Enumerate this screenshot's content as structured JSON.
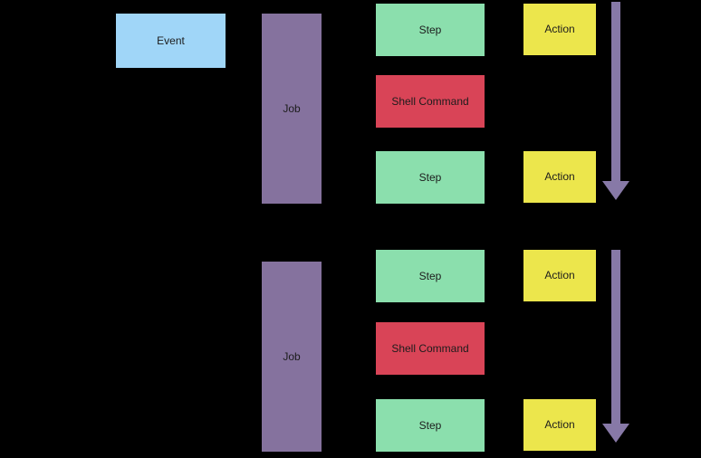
{
  "colors": {
    "background": "#000000",
    "event_fill": "#a0d6f8",
    "job_fill": "#85729e",
    "step_fill": "#8bdfad",
    "shell_command_fill": "#d94457",
    "action_fill": "#ece64c",
    "arrow_fill": "#8779a7",
    "label_text": "#1c1c1c"
  },
  "nodes": {
    "event": {
      "label": "Event"
    }
  },
  "groups": [
    {
      "job": {
        "label": "Job"
      },
      "steps": [
        {
          "label": "Step"
        },
        {
          "label": "Shell Command"
        },
        {
          "label": "Step"
        }
      ],
      "actions": [
        {
          "label": "Action"
        },
        {
          "label": "Action"
        }
      ],
      "arrow_direction": "down"
    },
    {
      "job": {
        "label": "Job"
      },
      "steps": [
        {
          "label": "Step"
        },
        {
          "label": "Shell Command"
        },
        {
          "label": "Step"
        }
      ],
      "actions": [
        {
          "label": "Action"
        },
        {
          "label": "Action"
        }
      ],
      "arrow_direction": "down"
    }
  ]
}
